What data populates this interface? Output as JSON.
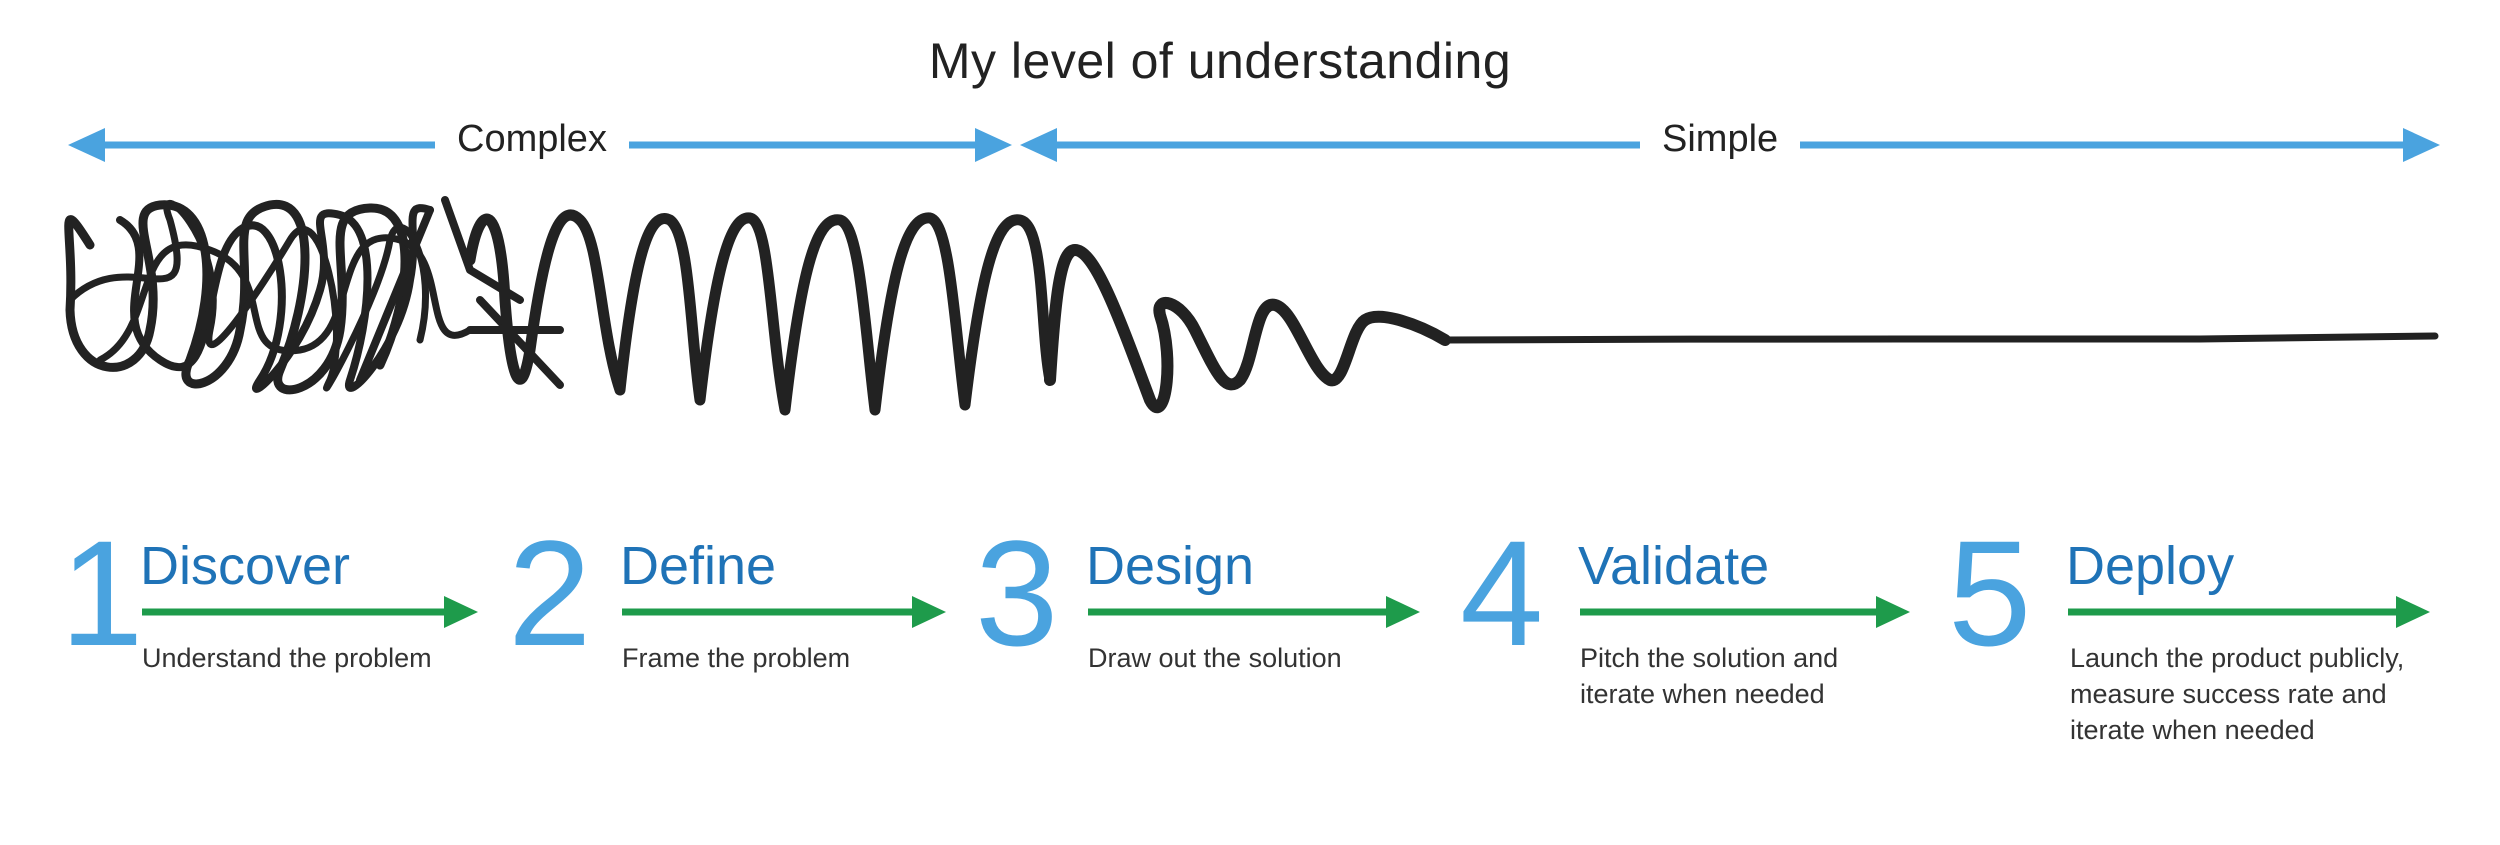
{
  "title": "My level of understanding",
  "scale": {
    "left_label": "Complex",
    "right_label": "Simple"
  },
  "colors": {
    "scale_arrow": "#4aa3df",
    "step_number": "#4aa3df",
    "step_name": "#1f73b7",
    "step_arrow": "#1e9b4b",
    "scribble": "#222222",
    "text": "#333333"
  },
  "steps": [
    {
      "number": "1",
      "name": "Discover",
      "description": "Understand the problem"
    },
    {
      "number": "2",
      "name": "Define",
      "description": "Frame the problem"
    },
    {
      "number": "3",
      "name": "Design",
      "description": "Draw out the solution"
    },
    {
      "number": "4",
      "name": "Validate",
      "description": "Pitch the solution and iterate when needed"
    },
    {
      "number": "5",
      "name": "Deploy",
      "description": "Launch the product publicly, measure success rate and iterate when needed"
    }
  ]
}
